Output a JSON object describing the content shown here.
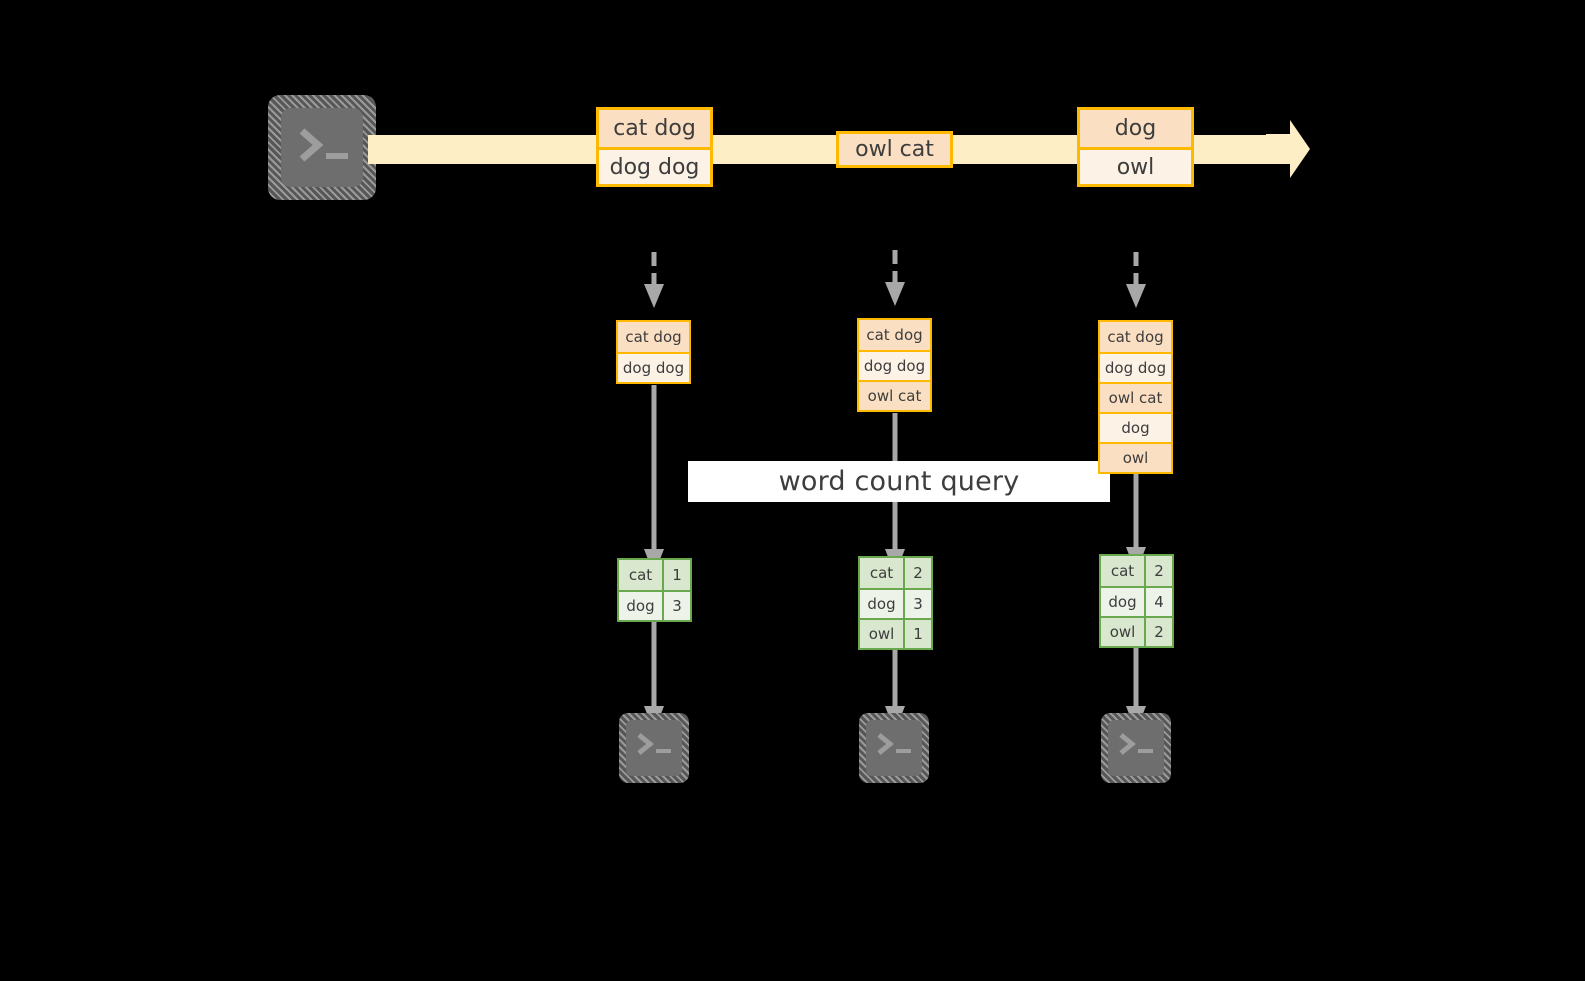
{
  "diagram": {
    "title_label": "word count query",
    "colors": {
      "stream_fill": "#fdeec6",
      "event_border": "#ffb900",
      "event_fill_dark": "#fbdfc2",
      "event_fill_light": "#fdf2e6",
      "result_border": "#6aa84f",
      "result_fill_dark": "#d9e7cf",
      "result_fill_light": "#eef3ea",
      "terminal_fill": "#6e6e6e",
      "arrow_gray": "#a8a8a8",
      "label_background": "#ffffff",
      "text": "#3d3d3d"
    },
    "source": {
      "icon": "terminal-icon"
    },
    "stream": {
      "icon": "arrow-right-icon",
      "events": [
        {
          "id": "event-group-1",
          "lines": [
            "cat dog",
            "dog dog"
          ]
        },
        {
          "id": "event-group-2",
          "lines": [
            "owl cat"
          ]
        },
        {
          "id": "event-group-3",
          "lines": [
            "dog",
            "owl"
          ]
        }
      ]
    },
    "columns": [
      {
        "id": "snapshot-1",
        "drop_icon": "dashed-arrow-down-icon",
        "buffer": [
          "cat dog",
          "dog dog"
        ],
        "flow_icon": "arrow-down-icon",
        "result": {
          "rows": [
            {
              "word": "cat",
              "count": "1"
            },
            {
              "word": "dog",
              "count": "3"
            }
          ]
        },
        "sink_icon": "terminal-icon"
      },
      {
        "id": "snapshot-2",
        "drop_icon": "dashed-arrow-down-icon",
        "buffer": [
          "cat dog",
          "dog dog",
          "owl cat"
        ],
        "flow_icon": "arrow-down-icon",
        "result": {
          "rows": [
            {
              "word": "cat",
              "count": "2"
            },
            {
              "word": "dog",
              "count": "3"
            },
            {
              "word": "owl",
              "count": "1"
            }
          ]
        },
        "sink_icon": "terminal-icon"
      },
      {
        "id": "snapshot-3",
        "drop_icon": "dashed-arrow-down-icon",
        "buffer": [
          "cat dog",
          "dog dog",
          "owl cat",
          "dog",
          "owl"
        ],
        "flow_icon": "arrow-down-icon",
        "result": {
          "rows": [
            {
              "word": "cat",
              "count": "2"
            },
            {
              "word": "dog",
              "count": "4"
            },
            {
              "word": "owl",
              "count": "2"
            }
          ]
        },
        "sink_icon": "terminal-icon"
      }
    ]
  }
}
